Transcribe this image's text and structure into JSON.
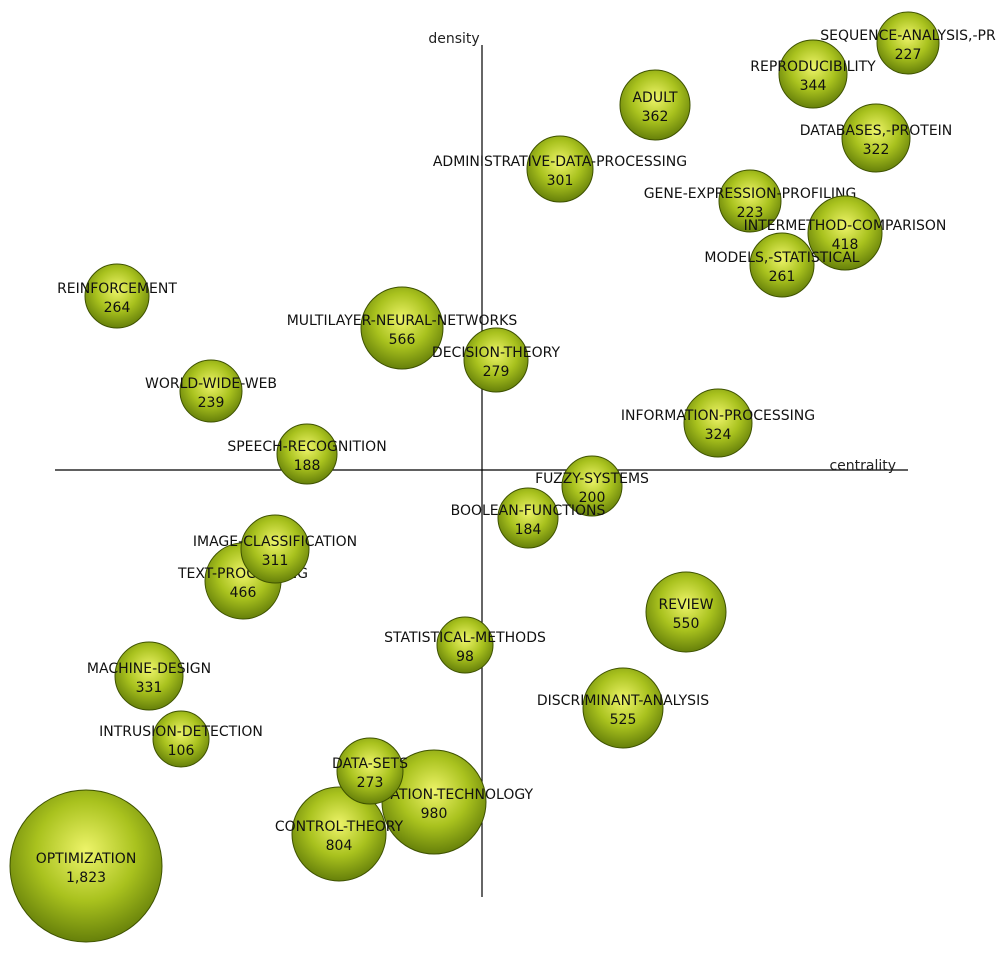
{
  "chart_data": {
    "type": "scatter",
    "subtype": "strategic-diagram-bubble",
    "x_axis_label": "centrality",
    "y_axis_label": "density",
    "colors": {
      "bubble_light": "#eef46a",
      "bubble_mid": "#a9c21e",
      "bubble_dark": "#66800a",
      "bubble_edge": "#3e5200",
      "axis": "#000000"
    },
    "clusters": [
      {
        "name": "SEQUENCE-ANALYSIS,-PR",
        "count": "227",
        "value": 227
      },
      {
        "name": "REPRODUCIBILITY",
        "count": "344",
        "value": 344
      },
      {
        "name": "ADULT",
        "count": "362",
        "value": 362
      },
      {
        "name": "DATABASES,-PROTEIN",
        "count": "322",
        "value": 322
      },
      {
        "name": "ADMINISTRATIVE-DATA-PROCESSING",
        "count": "301",
        "value": 301
      },
      {
        "name": "GENE-EXPRESSION-PROFILING",
        "count": "223",
        "value": 223
      },
      {
        "name": "INTERMETHOD-COMPARISON",
        "count": "418",
        "value": 418
      },
      {
        "name": "MODELS,-STATISTICAL",
        "count": "261",
        "value": 261
      },
      {
        "name": "REINFORCEMENT",
        "count": "264",
        "value": 264
      },
      {
        "name": "MULTILAYER-NEURAL-NETWORKS",
        "count": "566",
        "value": 566
      },
      {
        "name": "DECISION-THEORY",
        "count": "279",
        "value": 279
      },
      {
        "name": "WORLD-WIDE-WEB",
        "count": "239",
        "value": 239
      },
      {
        "name": "INFORMATION-PROCESSING",
        "count": "324",
        "value": 324
      },
      {
        "name": "SPEECH-RECOGNITION",
        "count": "188",
        "value": 188
      },
      {
        "name": "FUZZY-SYSTEMS",
        "count": "200",
        "value": 200
      },
      {
        "name": "BOOLEAN-FUNCTIONS",
        "count": "184",
        "value": 184
      },
      {
        "name": "TEXT-PROCESSING",
        "count": "466",
        "value": 466
      },
      {
        "name": "IMAGE-CLASSIFICATION",
        "count": "311",
        "value": 311
      },
      {
        "name": "REVIEW",
        "count": "550",
        "value": 550
      },
      {
        "name": "STATISTICAL-METHODS",
        "count": "98",
        "value": 98
      },
      {
        "name": "MACHINE-DESIGN",
        "count": "331",
        "value": 331
      },
      {
        "name": "DISCRIMINANT-ANALYSIS",
        "count": "525",
        "value": 525
      },
      {
        "name": "INTRUSION-DETECTION",
        "count": "106",
        "value": 106
      },
      {
        "name": "INFORMATION-TECHNOLOGY",
        "count": "980",
        "value": 980
      },
      {
        "name": "CONTROL-THEORY",
        "count": "804",
        "value": 804
      },
      {
        "name": "DATA-SETS",
        "count": "273",
        "value": 273
      },
      {
        "name": "OPTIMIZATION",
        "count": "1,823",
        "value": 1823
      }
    ]
  }
}
